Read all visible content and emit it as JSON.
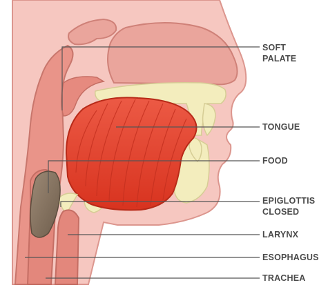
{
  "labels": {
    "soft_palate_1": "SOFT",
    "soft_palate_2": "PALATE",
    "tongue": "TONGUE",
    "food": "FOOD",
    "epiglottis_1": "EPIGLOTTIS",
    "epiglottis_2": "CLOSED",
    "larynx": "LARYNX",
    "esophagus": "ESOPHAGUS",
    "trachea": "TRACHEA"
  },
  "colors": {
    "background_tissue": "#f6c7c0",
    "nasal_cavity": "#f0b8b0",
    "tissue_outline": "#d89088",
    "tongue": "#e2412f",
    "tongue_ridges": "#c4301f",
    "teeth_bone": "#f3edbd",
    "food_bolus": "#8a7764",
    "throat_tubes": "#e3877c",
    "leader_line": "#555555",
    "label_text": "#4a4a4a"
  }
}
